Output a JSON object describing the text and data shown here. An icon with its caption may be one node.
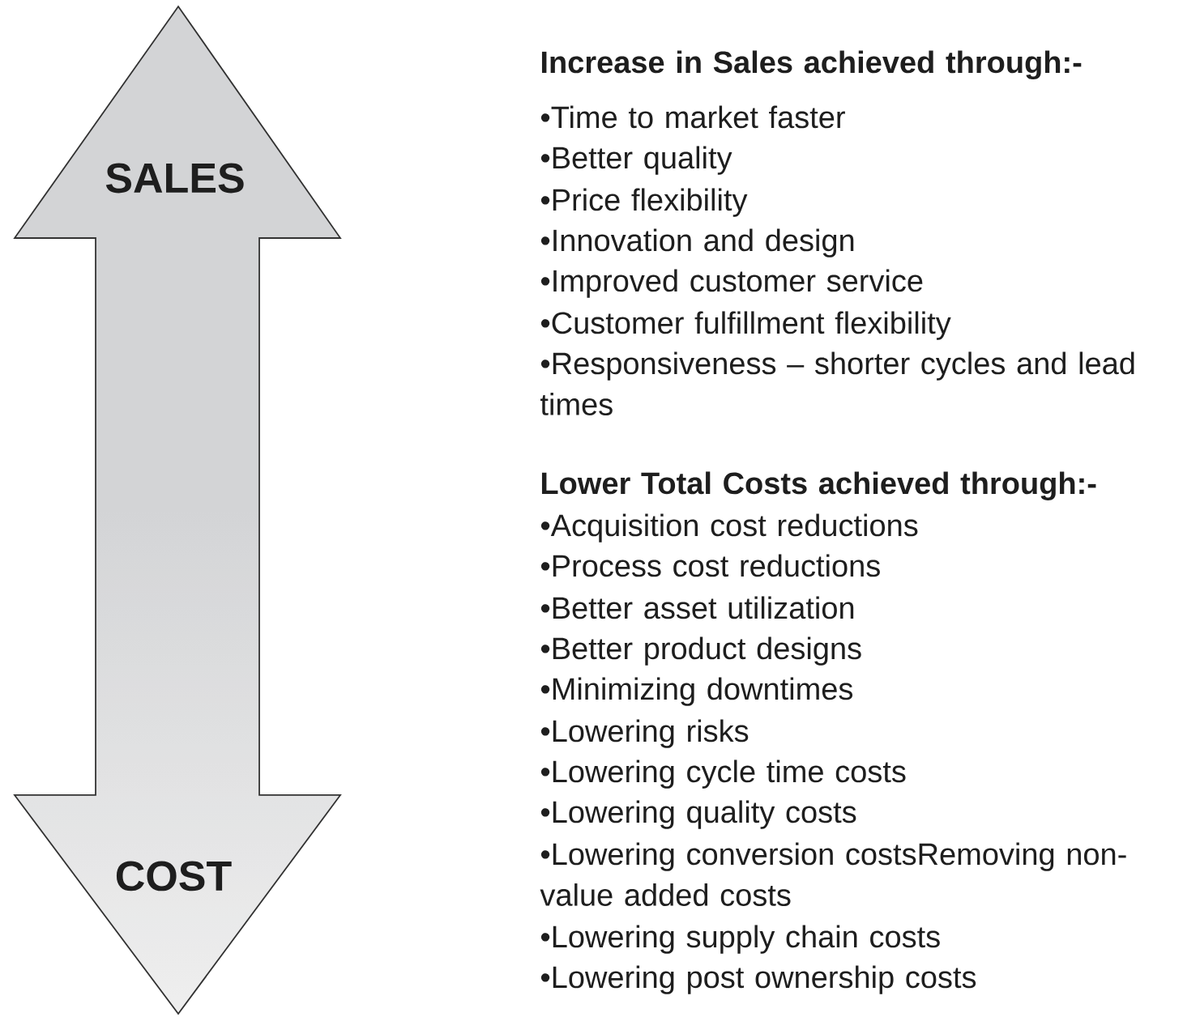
{
  "diagram": {
    "nodes": [
      {
        "text": [
          "SALES",
          "COST"
        ]
      }
    ],
    "labels": [
      "Increase in Sales achieved through:-",
      "•Time to market faster",
      "•Better quality",
      "•Price flexibility",
      "•Innovation and design",
      "•Improved customer service",
      "•Customer fulfillment flexibility",
      "•Responsiveness – shorter cycles and lead times",
      "Lower Total Costs achieved through:-",
      "•Acquisition cost reductions",
      "•Process cost reductions",
      "•Better asset utilization",
      "•Better product designs",
      "•Minimizing downtimes",
      "•Lowering risks",
      "•Lowering cycle time costs",
      "•Lowering quality costs",
      "•Lowering conversion costsRemoving non-value added costs",
      "•Lowering supply chain costs",
      "•Lowering post ownership costs"
    ]
  }
}
